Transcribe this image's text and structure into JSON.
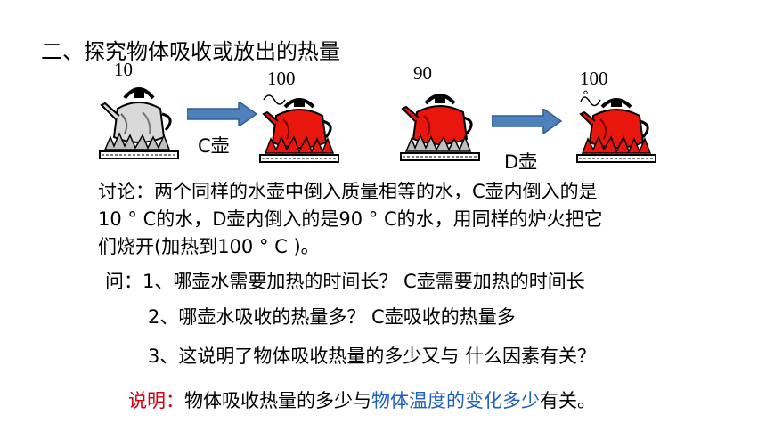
{
  "slide": {
    "title": "二、探究物体吸收或放出的热量",
    "temps": {
      "k1": "10",
      "k2": "100",
      "k3": "90",
      "k4": "100",
      "k4_degree": "°"
    },
    "arrows": {
      "a1_label": "C壶",
      "a2_label": "D壶"
    },
    "discussion": {
      "line1": "讨论：两个同样的水壶中倒入质量相等的水，C壶内倒入的是",
      "line2": "10 ° C的水，D壶内倒入的是90 ° C的水，用同样的炉火把它",
      "line3": "们烧开(加热到100 ° C )。"
    },
    "questions": {
      "q1": "问：1、哪壶水需要加热的时间长？ C壶需要加热的时间长",
      "q2": "2、哪壶水吸收的热量多？ C壶吸收的热量多",
      "q3": "3、这说明了物体吸收热量的多少又与 什么因素有关？"
    },
    "conclusion": {
      "label": "说明：",
      "part1": "物体吸收热量的多少与",
      "highlight": "物体温度的变化多少",
      "part2": "有关。"
    },
    "colors": {
      "kettle_cold": "#d9d9d9",
      "kettle_hot": "#e8160c",
      "arrow": "#4f81bd",
      "label_red": "#d4000f",
      "label_blue": "#1f5fbf"
    }
  }
}
